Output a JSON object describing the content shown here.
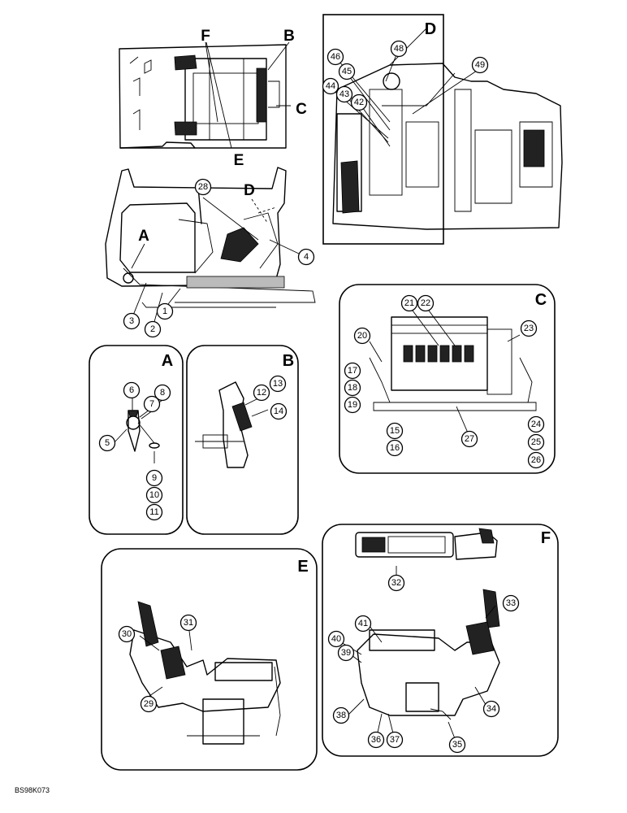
{
  "figure_code": "BS98K073",
  "detail_labels": {
    "A": "A",
    "B": "B",
    "C": "C",
    "D": "D",
    "E": "E",
    "F": "F"
  },
  "callouts": [
    "1",
    "2",
    "3",
    "4",
    "5",
    "6",
    "7",
    "8",
    "9",
    "10",
    "11",
    "12",
    "13",
    "14",
    "15",
    "16",
    "17",
    "18",
    "19",
    "20",
    "21",
    "22",
    "23",
    "24",
    "25",
    "26",
    "27",
    "28",
    "29",
    "30",
    "31",
    "32",
    "33",
    "34",
    "35",
    "36",
    "37",
    "38",
    "39",
    "40",
    "41",
    "42",
    "43",
    "44",
    "45",
    "46",
    "48",
    "49"
  ]
}
